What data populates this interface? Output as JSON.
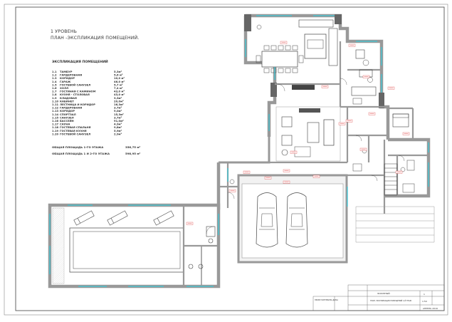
{
  "sheet": {
    "heading_line1": "1 УРОВЕНЬ",
    "heading_line2": "ПЛАН -ЭКСПЛИКАЦИЯ ПОМЕЩЕНИЙ."
  },
  "legend": {
    "title": "ЭКСПЛИКАЦИЯ ПОМЕЩЕНИЙ",
    "rows": [
      {
        "num": "1.1",
        "name": "ТАМБУР",
        "area": "5,3м²"
      },
      {
        "num": "1.2",
        "name": "ГАРДЕРОБНАЯ",
        "area": "5,6 м²"
      },
      {
        "num": "1.3",
        "name": "КОРИДОР",
        "area": "10,0 м²"
      },
      {
        "num": "1.4",
        "name": "ГАРАЖ",
        "area": "46,0 м²"
      },
      {
        "num": "1.5",
        "name": "ГОСТЕВОЙ САНУЗЕЛ",
        "area": "5,7 м²"
      },
      {
        "num": "1.6",
        "name": "ХОЛЛ",
        "area": "7,4 м²"
      },
      {
        "num": "1.7",
        "name": "ГОСТИНАЯ С КАМИНОМ",
        "area": "43,0 м²"
      },
      {
        "num": "1.8",
        "name": "КУХНЯ - СТОЛОВАЯ",
        "area": "43,0 м²"
      },
      {
        "num": "1.9",
        "name": "КЛАДОВАЯ",
        "area": "3,3м²"
      },
      {
        "num": "1.10",
        "name": "КАБИНЕТ",
        "area": "20,0м²"
      },
      {
        "num": "1.11",
        "name": "ЛЕСТНИЦА И КОРИДОР",
        "area": "16,3м²"
      },
      {
        "num": "1.12",
        "name": "ГАРДЕРОБНАЯ",
        "area": "3,7м²"
      },
      {
        "num": "1.13",
        "name": "КОРИДОР",
        "area": "9,0м²"
      },
      {
        "num": "1.14",
        "name": "СПОРТЗАЛ",
        "area": "15,3м²"
      },
      {
        "num": "1.15",
        "name": "САНУЗЕЛ",
        "area": "3,7м²"
      },
      {
        "num": "1.16",
        "name": "БАССЕЙН",
        "area": "91,0м²"
      },
      {
        "num": "1.17",
        "name": "САУНА",
        "area": "4,9м²"
      },
      {
        "num": "1.18",
        "name": "ГОСТЕВАЯ СПАЛЬНЯ",
        "area": "9,8м²"
      },
      {
        "num": "1.19",
        "name": "ГОСТЕВАЯ КУХНЯ",
        "area": "5,9м²"
      },
      {
        "num": "1.20",
        "name": "ГОСТЕВОЙ САНУЗЕЛ",
        "area": "2,9м²"
      }
    ],
    "total1_label": "ОБЩАЯ ПЛОЩАДЬ 1-ГО ЭТАЖА",
    "total1_value": "356,75 м²",
    "total2_label": "ОБЩАЯ ПЛОЩАДЬ 1 И 2-ГО ЭТАЖА",
    "total2_value": "598,95 м²"
  },
  "title_block": {
    "project": "ПРОЕКТ ИНТЕРЬЕРА ДОМА",
    "stage": "ЭСКИЗНЫЙ",
    "sheet_name": "ПЛАН- ЭКСПЛИКАЦИЯ ПОМЕЩЕНИЙ 1-Й ЭТАЖ",
    "sheet_no": "1",
    "scale": "1:50",
    "date": "АПРЕЛЬ 2019"
  },
  "colors": {
    "wall": "#9a9a9a",
    "wall_dark": "#555555",
    "window": "#3fc7d6",
    "tag": "#e05050",
    "line": "#444444"
  }
}
